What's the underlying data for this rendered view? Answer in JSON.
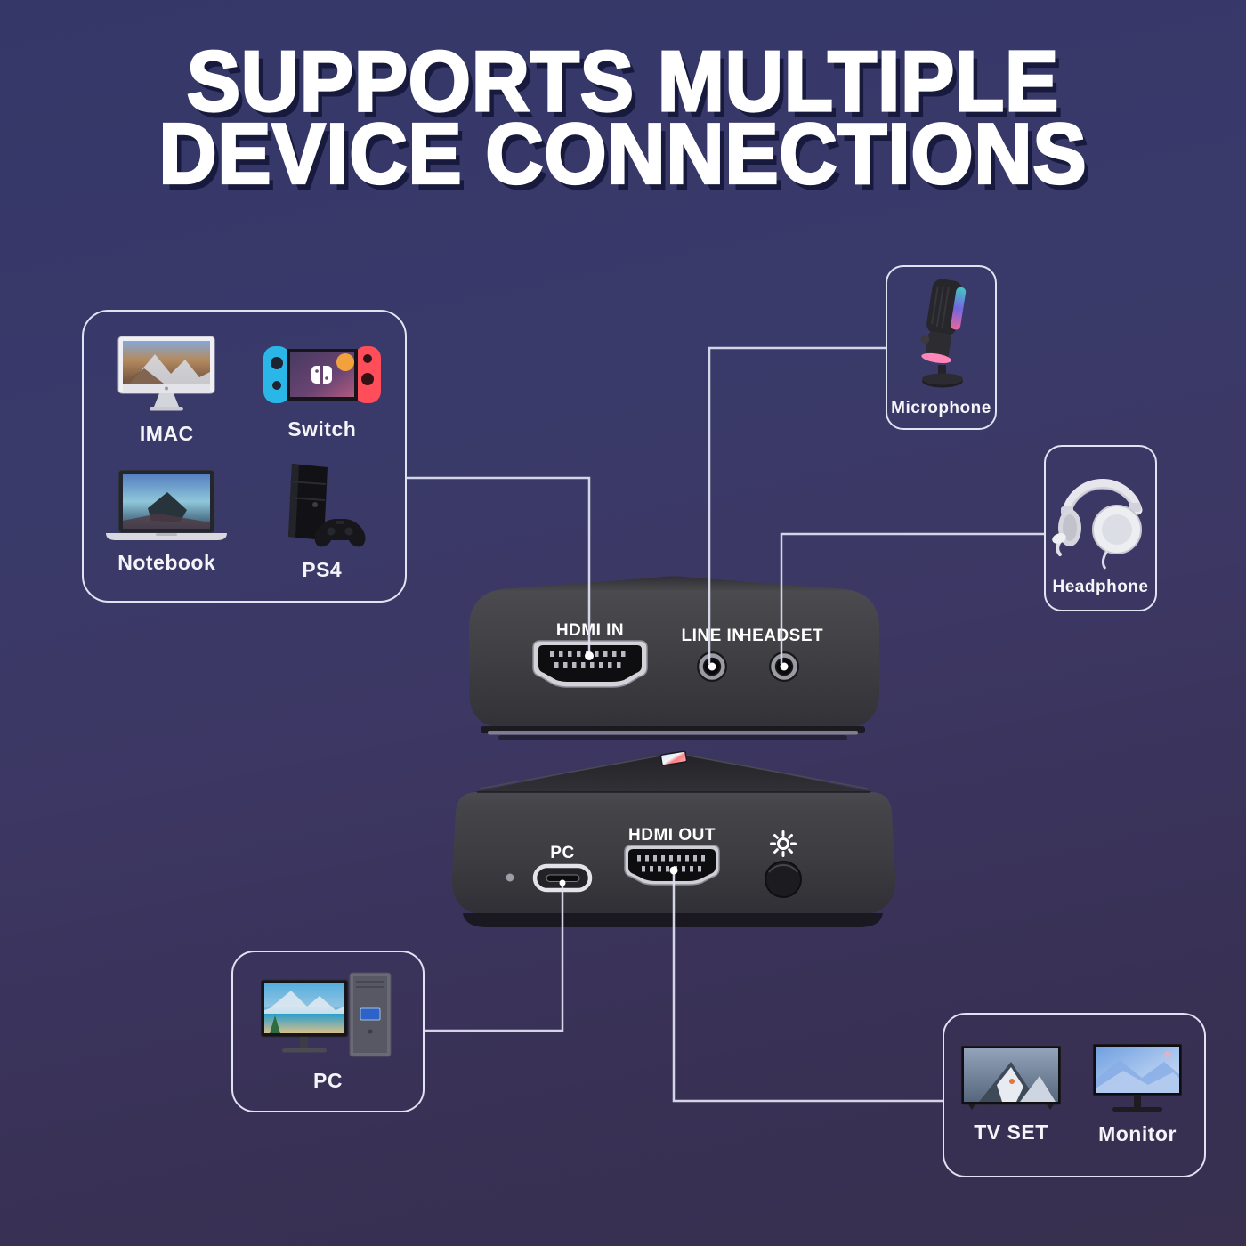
{
  "title": {
    "line1": "SUPPORTS MULTIPLE",
    "line2": "DEVICE CONNECTIONS"
  },
  "boxes": {
    "sources": {
      "items": [
        {
          "label": "IMAC",
          "icon": "imac-icon"
        },
        {
          "label": "Switch",
          "icon": "switch-icon"
        },
        {
          "label": "Notebook",
          "icon": "notebook-icon"
        },
        {
          "label": "PS4",
          "icon": "ps4-icon"
        }
      ]
    },
    "microphone": {
      "label": "Microphone",
      "icon": "microphone-icon"
    },
    "headphone": {
      "label": "Headphone",
      "icon": "headphone-icon"
    },
    "pc": {
      "label": "PC",
      "icon": "desktop-pc-icon"
    },
    "displays": {
      "items": [
        {
          "label": "TV SET",
          "icon": "tv-icon"
        },
        {
          "label": "Monitor",
          "icon": "monitor-icon"
        }
      ]
    }
  },
  "capture_device_rear": {
    "hdmi_in_label": "HDMI IN",
    "line_in_label": "LINE IN",
    "headset_label": "HEADSET"
  },
  "capture_device_front": {
    "pc_label": "PC",
    "hdmi_out_label": "HDMI OUT",
    "brightness_icon": "brightness-sun-icon"
  },
  "colors": {
    "background_top": "#343768",
    "background_bottom": "#38304e",
    "connector_line": "#dcddee",
    "box_border": "#e1e2f2",
    "title_text": "#ffffff",
    "title_shadow": "#171a3c",
    "device_body": "#3e3e44",
    "port_metal": "#d2d2d8",
    "switch_blue": "#2bb6e8",
    "switch_red": "#ff4d5a",
    "mic_ring_pink": "#ff86b8"
  }
}
